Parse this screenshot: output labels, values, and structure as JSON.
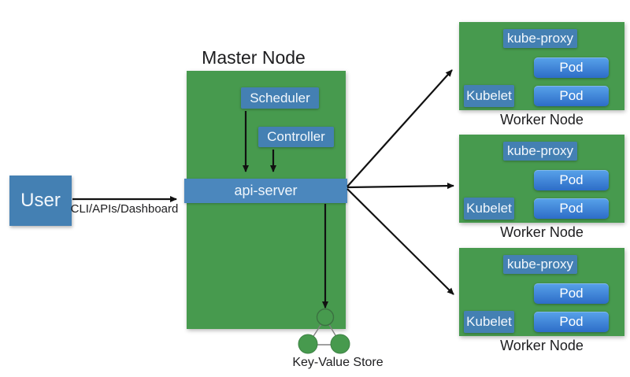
{
  "colors": {
    "node_green": "#479a4e",
    "box_blue": "#4480b3",
    "api_server_blue": "#4b87bd",
    "pod_blue_top": "#58a2ea",
    "pod_blue_bottom": "#2d6dc7",
    "arrow_black": "#111111",
    "label_dark": "#1d1d1f",
    "kv_circle_green": "#479a4e",
    "kv_line_gray": "#808080"
  },
  "user": {
    "label": "User"
  },
  "edge_labels": {
    "user_to_api": "CLI/APIs/Dashboard"
  },
  "master_node": {
    "title": "Master Node",
    "scheduler_label": "Scheduler",
    "controller_label": "Controller",
    "api_server_label": "api-server"
  },
  "key_value_store": {
    "label": "Key-Value Store"
  },
  "worker_nodes": [
    {
      "title": "Worker Node",
      "kube_proxy_label": "kube-proxy",
      "kubelet_label": "Kubelet",
      "pod_labels": [
        "Pod",
        "Pod"
      ]
    },
    {
      "title": "Worker Node",
      "kube_proxy_label": "kube-proxy",
      "kubelet_label": "Kubelet",
      "pod_labels": [
        "Pod",
        "Pod"
      ]
    },
    {
      "title": "Worker Node",
      "kube_proxy_label": "kube-proxy",
      "kubelet_label": "Kubelet",
      "pod_labels": [
        "Pod",
        "Pod"
      ]
    }
  ]
}
